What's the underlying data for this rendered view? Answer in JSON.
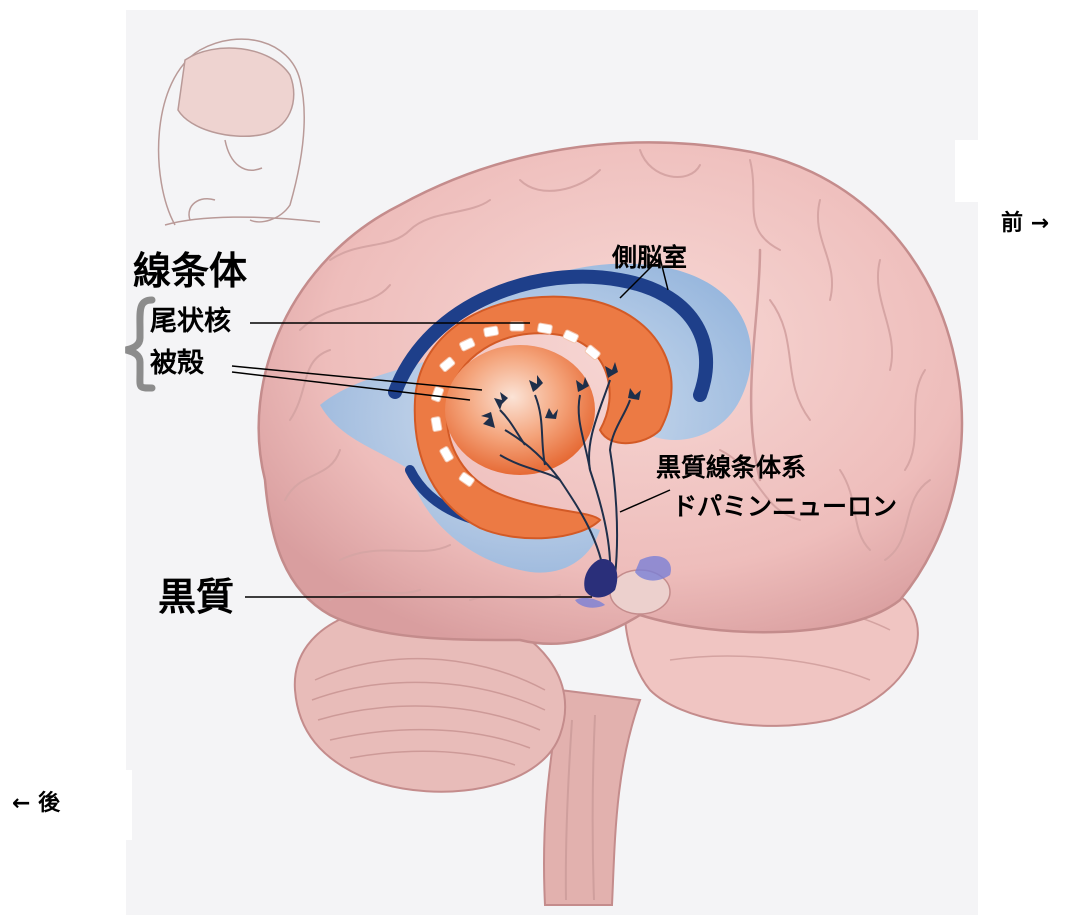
{
  "labels": {
    "striatum": "線条体",
    "caudate": "尾状核",
    "putamen": "被殻",
    "lateral_ventricle": "側脳室",
    "nigrostriatal_line1": "黒質線条体系",
    "nigrostriatal_line2": "ドパミンニューロン",
    "substantia_nigra": "黒質",
    "anterior": "前 →",
    "posterior": "← 後"
  },
  "colors": {
    "brain": "#f1c6c3",
    "brain_shadow": "#d99e9f",
    "ventricle_dark": "#1e3f8a",
    "ventricle_light": "#a9c8e8",
    "striatum_orange": "#e8723f",
    "nigra_purple": "#5b5fc7",
    "label_text": "#000000"
  }
}
